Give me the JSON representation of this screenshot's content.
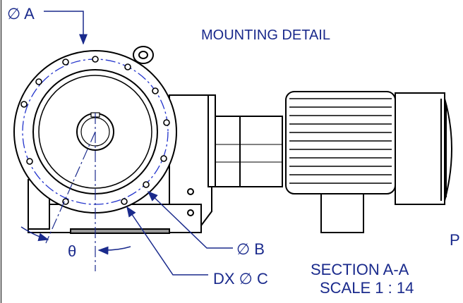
{
  "labels": {
    "title": "MOUNTING DETAIL",
    "dim_a": "∅ A",
    "dim_b": "∅ B",
    "dim_c": "DX ∅ C",
    "angle": "θ",
    "section": "SECTION A-A",
    "scale": "SCALE 1 : 14",
    "cut_letter": "P"
  },
  "colors": {
    "outline": "#000000",
    "dimension": "#1a2a8c",
    "bolt_circle": "#2233cc",
    "fill_dark": "#cfcfcf"
  }
}
